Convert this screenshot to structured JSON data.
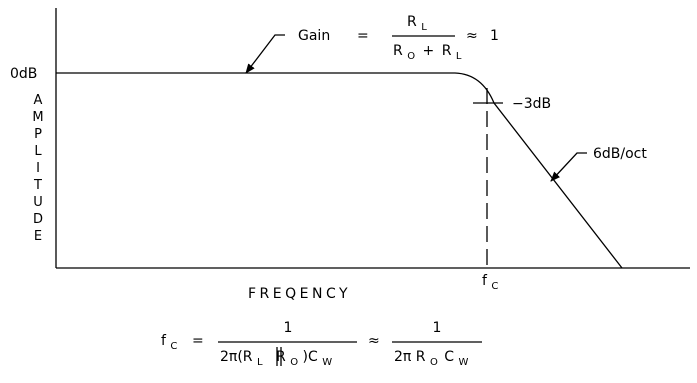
{
  "labels": {
    "zero_db": "0dB",
    "amplitude": [
      "A",
      "M",
      "P",
      "L",
      "I",
      "T",
      "U",
      "D",
      "E"
    ],
    "frequency": "FREQENCY",
    "fc_main": "f",
    "fc_sub": "C",
    "minus_3db": "−3dB",
    "slope": "6dB/oct"
  },
  "gain_formula": {
    "gain_word": "Gain",
    "equals": "=",
    "num_main": "R",
    "num_sub": "L",
    "den_r1_main": "R",
    "den_r1_sub": "O",
    "den_plus": "+",
    "den_r2_main": "R",
    "den_r2_sub": "L",
    "approx": "≈",
    "result": "1"
  },
  "fc_formula": {
    "lhs_main": "f",
    "lhs_sub": "C",
    "equals": "=",
    "frac1_num": "1",
    "frac1_den_a": "2π(R",
    "frac1_den_a_sub": "L",
    "frac1_den_b": "R",
    "frac1_den_b_sub": "O",
    "frac1_den_c": ")C",
    "frac1_den_c_sub": "W",
    "approx": "≈",
    "frac2_num": "1",
    "frac2_den_a": "2π R",
    "frac2_den_a_sub": "O",
    "frac2_den_b": "C",
    "frac2_den_b_sub": "W"
  }
}
